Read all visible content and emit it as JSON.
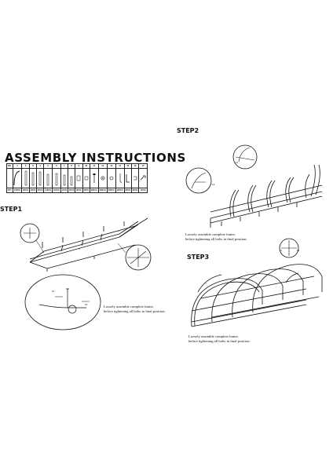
{
  "title": "ASSEMBLY INSTRUCTIONS",
  "parts_table": {
    "row_labels": [
      "NO.",
      "QTY"
    ],
    "numbers": [
      "1",
      "2",
      "3",
      "4",
      "5",
      "6",
      "7",
      "8",
      "9",
      "10",
      "11",
      "12",
      "13",
      "14",
      "15",
      "16",
      "17"
    ],
    "quantities": [
      "10PCS",
      "6PCS",
      "2PCS",
      "2PCS",
      "11PCS",
      "11PCS",
      "1PCS",
      "4PCS",
      "3PCS",
      "4PCS",
      "60PCS",
      "60PCS",
      "20PCS",
      "10PCS",
      "8PCS",
      "8PCS",
      "1PCS"
    ]
  },
  "steps": {
    "step1": {
      "label": "STEP1",
      "note": [
        "Loosely assemble complete frame,",
        "before tightening all bolts in final position."
      ]
    },
    "step2": {
      "label": "STEP2",
      "note": [
        "Loosely assemble complete frame,",
        "before tightening all bolts in final position."
      ]
    },
    "step3": {
      "label": "STEP3",
      "note": [
        "Loosely assemble complete frame,",
        "before tightening all bolts in final position."
      ]
    }
  }
}
